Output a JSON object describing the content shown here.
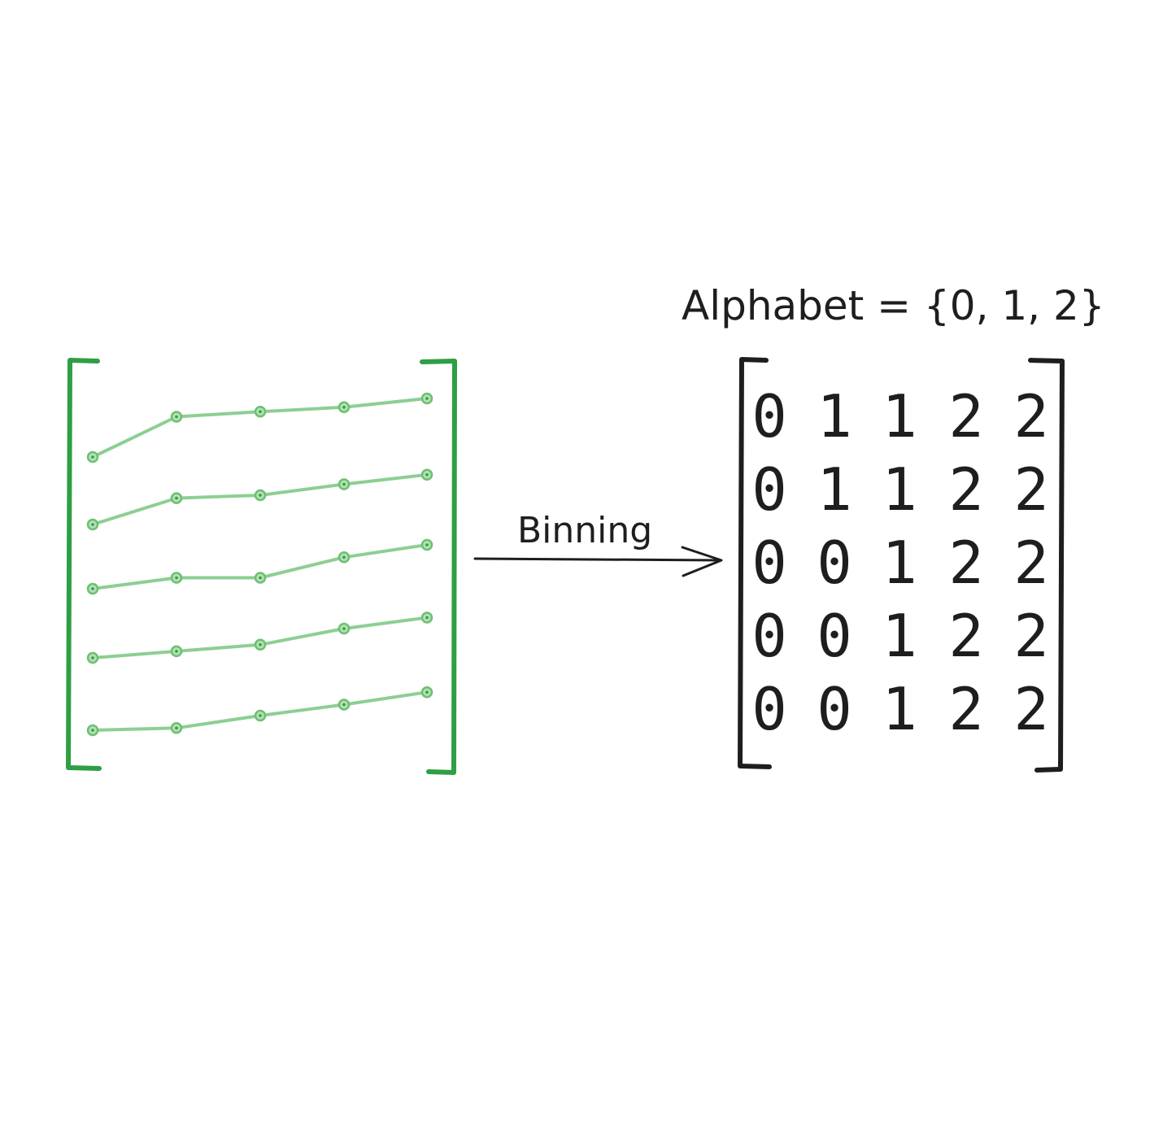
{
  "alphabet_label": "Alphabet = {0, 1, 2}",
  "arrow_label": "Binning",
  "colors": {
    "left_bracket": "#2f9e44",
    "series_line": "#8ccf93",
    "series_point": "#6cc06f",
    "ink": "#1e1e1e",
    "background": "#ffffff"
  },
  "input_series": [
    [
      0.0,
      0.55,
      0.62,
      0.68,
      0.8
    ],
    [
      0.0,
      0.36,
      0.4,
      0.55,
      0.68
    ],
    [
      0.0,
      0.15,
      0.15,
      0.43,
      0.6
    ],
    [
      0.0,
      0.09,
      0.18,
      0.4,
      0.55
    ],
    [
      0.0,
      0.03,
      0.2,
      0.35,
      0.52
    ]
  ],
  "output_matrix": [
    [
      "0",
      "1",
      "1",
      "2",
      "2"
    ],
    [
      "0",
      "1",
      "1",
      "2",
      "2"
    ],
    [
      "0",
      "0",
      "1",
      "2",
      "2"
    ],
    [
      "0",
      "0",
      "1",
      "2",
      "2"
    ],
    [
      "0",
      "0",
      "1",
      "2",
      "2"
    ]
  ]
}
